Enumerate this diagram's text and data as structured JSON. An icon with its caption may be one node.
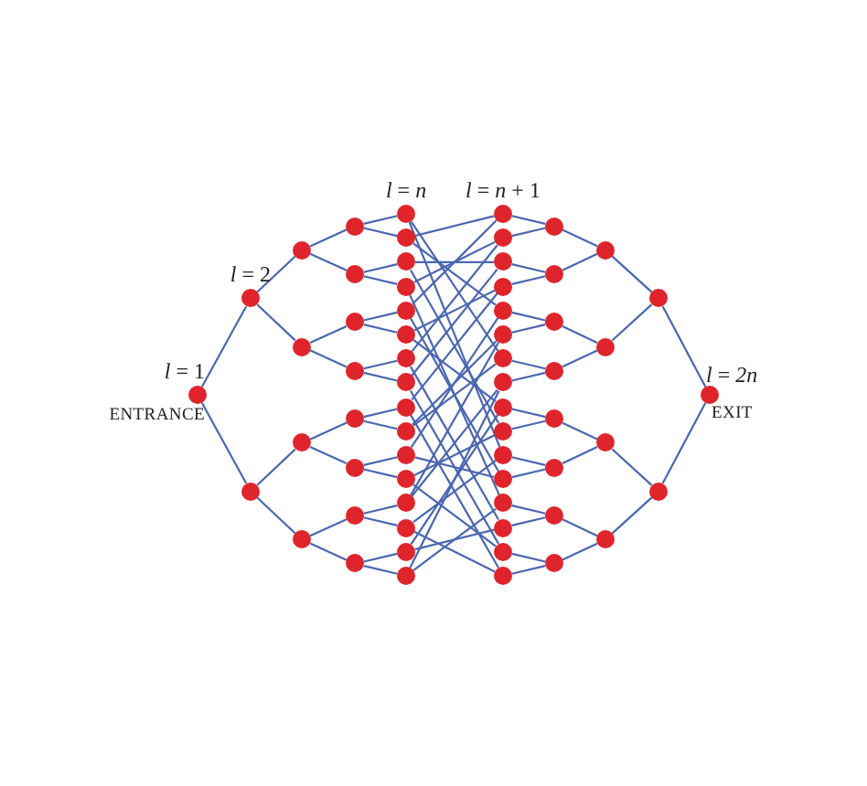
{
  "diagram": {
    "nodes": [
      {
        "text": [],
        "shape": "circle",
        "beside": [
          "*l* = 1",
          "ENTRANCE"
        ]
      },
      {
        "text": [],
        "shape": "circle",
        "beside": [
          "*l* = 2"
        ]
      },
      {
        "text": [],
        "shape": "circle"
      },
      {
        "text": [],
        "shape": "circle"
      },
      {
        "text": [],
        "shape": "circle"
      },
      {
        "text": [],
        "shape": "circle"
      },
      {
        "text": [],
        "shape": "circle"
      },
      {
        "text": [],
        "shape": "circle"
      },
      {
        "text": [],
        "shape": "circle"
      },
      {
        "text": [],
        "shape": "circle"
      },
      {
        "text": [],
        "shape": "circle"
      },
      {
        "text": [],
        "shape": "circle"
      },
      {
        "text": [],
        "shape": "circle"
      },
      {
        "text": [],
        "shape": "circle"
      },
      {
        "text": [],
        "shape": "circle"
      },
      {
        "text": [],
        "shape": "circle",
        "beside": [
          "*l* = *n*"
        ]
      },
      {
        "text": [],
        "shape": "circle"
      },
      {
        "text": [],
        "shape": "circle"
      },
      {
        "text": [],
        "shape": "circle"
      },
      {
        "text": [],
        "shape": "circle"
      },
      {
        "text": [],
        "shape": "circle"
      },
      {
        "text": [],
        "shape": "circle"
      },
      {
        "text": [],
        "shape": "circle"
      },
      {
        "text": [],
        "shape": "circle"
      },
      {
        "text": [],
        "shape": "circle"
      },
      {
        "text": [],
        "shape": "circle"
      },
      {
        "text": [],
        "shape": "circle"
      },
      {
        "text": [],
        "shape": "circle"
      },
      {
        "text": [],
        "shape": "circle"
      },
      {
        "text": [],
        "shape": "circle"
      },
      {
        "text": [],
        "shape": "circle"
      },
      {
        "text": [],
        "shape": "circle",
        "beside": [
          "*l* = *n* + 1"
        ]
      },
      {
        "text": [],
        "shape": "circle"
      },
      {
        "text": [],
        "shape": "circle"
      },
      {
        "text": [],
        "shape": "circle"
      },
      {
        "text": [],
        "shape": "circle"
      },
      {
        "text": [],
        "shape": "circle"
      },
      {
        "text": [],
        "shape": "circle"
      },
      {
        "text": [],
        "shape": "circle"
      },
      {
        "text": [],
        "shape": "circle"
      },
      {
        "text": [],
        "shape": "circle"
      },
      {
        "text": [],
        "shape": "circle"
      },
      {
        "text": [],
        "shape": "circle"
      },
      {
        "text": [],
        "shape": "circle"
      },
      {
        "text": [],
        "shape": "circle"
      },
      {
        "text": [],
        "shape": "circle"
      },
      {
        "text": [],
        "shape": "circle"
      },
      {
        "text": [],
        "shape": "circle"
      },
      {
        "text": [],
        "shape": "circle"
      },
      {
        "text": [],
        "shape": "circle"
      },
      {
        "text": [],
        "shape": "circle"
      },
      {
        "text": [],
        "shape": "circle"
      },
      {
        "text": [],
        "shape": "circle"
      },
      {
        "text": [],
        "shape": "circle"
      },
      {
        "text": [],
        "shape": "circle"
      },
      {
        "text": [],
        "shape": "circle"
      },
      {
        "text": [],
        "shape": "circle"
      },
      {
        "text": [],
        "shape": "circle"
      },
      {
        "text": [],
        "shape": "circle"
      },
      {
        "text": [],
        "shape": "circle"
      },
      {
        "text": [],
        "shape": "circle"
      },
      {
        "text": [],
        "shape": "circle",
        "beside": [
          "*l* = *2n*",
          "EXIT"
        ]
      }
    ],
    "edges": [
      {
        "from": 0,
        "to": 1,
        "arrow": "none"
      },
      {
        "from": 0,
        "to": 2,
        "arrow": "none"
      },
      {
        "from": 1,
        "to": 3,
        "arrow": "none"
      },
      {
        "from": 1,
        "to": 4,
        "arrow": "none"
      },
      {
        "from": 2,
        "to": 5,
        "arrow": "none"
      },
      {
        "from": 2,
        "to": 6,
        "arrow": "none"
      },
      {
        "from": 3,
        "to": 7,
        "arrow": "none"
      },
      {
        "from": 3,
        "to": 8,
        "arrow": "none"
      },
      {
        "from": 4,
        "to": 9,
        "arrow": "none"
      },
      {
        "from": 4,
        "to": 10,
        "arrow": "none"
      },
      {
        "from": 5,
        "to": 11,
        "arrow": "none"
      },
      {
        "from": 5,
        "to": 12,
        "arrow": "none"
      },
      {
        "from": 6,
        "to": 13,
        "arrow": "none"
      },
      {
        "from": 6,
        "to": 14,
        "arrow": "none"
      },
      {
        "from": 7,
        "to": 15,
        "arrow": "none"
      },
      {
        "from": 7,
        "to": 16,
        "arrow": "none"
      },
      {
        "from": 8,
        "to": 17,
        "arrow": "none"
      },
      {
        "from": 8,
        "to": 18,
        "arrow": "none"
      },
      {
        "from": 9,
        "to": 19,
        "arrow": "none"
      },
      {
        "from": 9,
        "to": 20,
        "arrow": "none"
      },
      {
        "from": 10,
        "to": 21,
        "arrow": "none"
      },
      {
        "from": 10,
        "to": 22,
        "arrow": "none"
      },
      {
        "from": 11,
        "to": 23,
        "arrow": "none"
      },
      {
        "from": 11,
        "to": 24,
        "arrow": "none"
      },
      {
        "from": 12,
        "to": 25,
        "arrow": "none"
      },
      {
        "from": 12,
        "to": 26,
        "arrow": "none"
      },
      {
        "from": 13,
        "to": 27,
        "arrow": "none"
      },
      {
        "from": 13,
        "to": 28,
        "arrow": "none"
      },
      {
        "from": 14,
        "to": 29,
        "arrow": "none"
      },
      {
        "from": 14,
        "to": 30,
        "arrow": "none"
      },
      {
        "from": 15,
        "to": 37,
        "arrow": "none"
      },
      {
        "from": 15,
        "to": 41,
        "arrow": "none"
      },
      {
        "from": 16,
        "to": 31,
        "arrow": "none"
      },
      {
        "from": 16,
        "to": 35,
        "arrow": "none"
      },
      {
        "from": 17,
        "to": 40,
        "arrow": "none"
      },
      {
        "from": 17,
        "to": 33,
        "arrow": "none"
      },
      {
        "from": 18,
        "to": 32,
        "arrow": "none"
      },
      {
        "from": 18,
        "to": 43,
        "arrow": "none"
      },
      {
        "from": 19,
        "to": 42,
        "arrow": "none"
      },
      {
        "from": 19,
        "to": 31,
        "arrow": "none"
      },
      {
        "from": 20,
        "to": 34,
        "arrow": "none"
      },
      {
        "from": 20,
        "to": 39,
        "arrow": "none"
      },
      {
        "from": 21,
        "to": 44,
        "arrow": "none"
      },
      {
        "from": 21,
        "to": 32,
        "arrow": "none"
      },
      {
        "from": 22,
        "to": 33,
        "arrow": "none"
      },
      {
        "from": 22,
        "to": 45,
        "arrow": "none"
      },
      {
        "from": 23,
        "to": 46,
        "arrow": "none"
      },
      {
        "from": 23,
        "to": 34,
        "arrow": "none"
      },
      {
        "from": 24,
        "to": 36,
        "arrow": "none"
      },
      {
        "from": 24,
        "to": 37,
        "arrow": "none"
      },
      {
        "from": 25,
        "to": 35,
        "arrow": "none"
      },
      {
        "from": 25,
        "to": 42,
        "arrow": "none"
      },
      {
        "from": 26,
        "to": 45,
        "arrow": "none"
      },
      {
        "from": 26,
        "to": 40,
        "arrow": "none"
      },
      {
        "from": 27,
        "to": 38,
        "arrow": "none"
      },
      {
        "from": 27,
        "to": 36,
        "arrow": "none"
      },
      {
        "from": 28,
        "to": 41,
        "arrow": "none"
      },
      {
        "from": 28,
        "to": 46,
        "arrow": "none"
      },
      {
        "from": 29,
        "to": 39,
        "arrow": "none"
      },
      {
        "from": 29,
        "to": 44,
        "arrow": "none"
      },
      {
        "from": 30,
        "to": 43,
        "arrow": "none"
      },
      {
        "from": 30,
        "to": 38,
        "arrow": "none"
      },
      {
        "from": 31,
        "to": 47,
        "arrow": "none"
      },
      {
        "from": 32,
        "to": 47,
        "arrow": "none"
      },
      {
        "from": 33,
        "to": 48,
        "arrow": "none"
      },
      {
        "from": 34,
        "to": 48,
        "arrow": "none"
      },
      {
        "from": 35,
        "to": 49,
        "arrow": "none"
      },
      {
        "from": 36,
        "to": 49,
        "arrow": "none"
      },
      {
        "from": 37,
        "to": 50,
        "arrow": "none"
      },
      {
        "from": 38,
        "to": 50,
        "arrow": "none"
      },
      {
        "from": 39,
        "to": 51,
        "arrow": "none"
      },
      {
        "from": 40,
        "to": 51,
        "arrow": "none"
      },
      {
        "from": 41,
        "to": 52,
        "arrow": "none"
      },
      {
        "from": 42,
        "to": 52,
        "arrow": "none"
      },
      {
        "from": 43,
        "to": 53,
        "arrow": "none"
      },
      {
        "from": 44,
        "to": 53,
        "arrow": "none"
      },
      {
        "from": 45,
        "to": 54,
        "arrow": "none"
      },
      {
        "from": 46,
        "to": 54,
        "arrow": "none"
      },
      {
        "from": 47,
        "to": 55,
        "arrow": "none"
      },
      {
        "from": 48,
        "to": 55,
        "arrow": "none"
      },
      {
        "from": 49,
        "to": 56,
        "arrow": "none"
      },
      {
        "from": 50,
        "to": 56,
        "arrow": "none"
      },
      {
        "from": 51,
        "to": 57,
        "arrow": "none"
      },
      {
        "from": 52,
        "to": 57,
        "arrow": "none"
      },
      {
        "from": 53,
        "to": 58,
        "arrow": "none"
      },
      {
        "from": 54,
        "to": 58,
        "arrow": "none"
      },
      {
        "from": 55,
        "to": 59,
        "arrow": "none"
      },
      {
        "from": 56,
        "to": 59,
        "arrow": "none"
      },
      {
        "from": 57,
        "to": 60,
        "arrow": "none"
      },
      {
        "from": 58,
        "to": 60,
        "arrow": "none"
      },
      {
        "from": 59,
        "to": 61,
        "arrow": "none"
      },
      {
        "from": 60,
        "to": 61,
        "arrow": "none"
      }
    ]
  }
}
